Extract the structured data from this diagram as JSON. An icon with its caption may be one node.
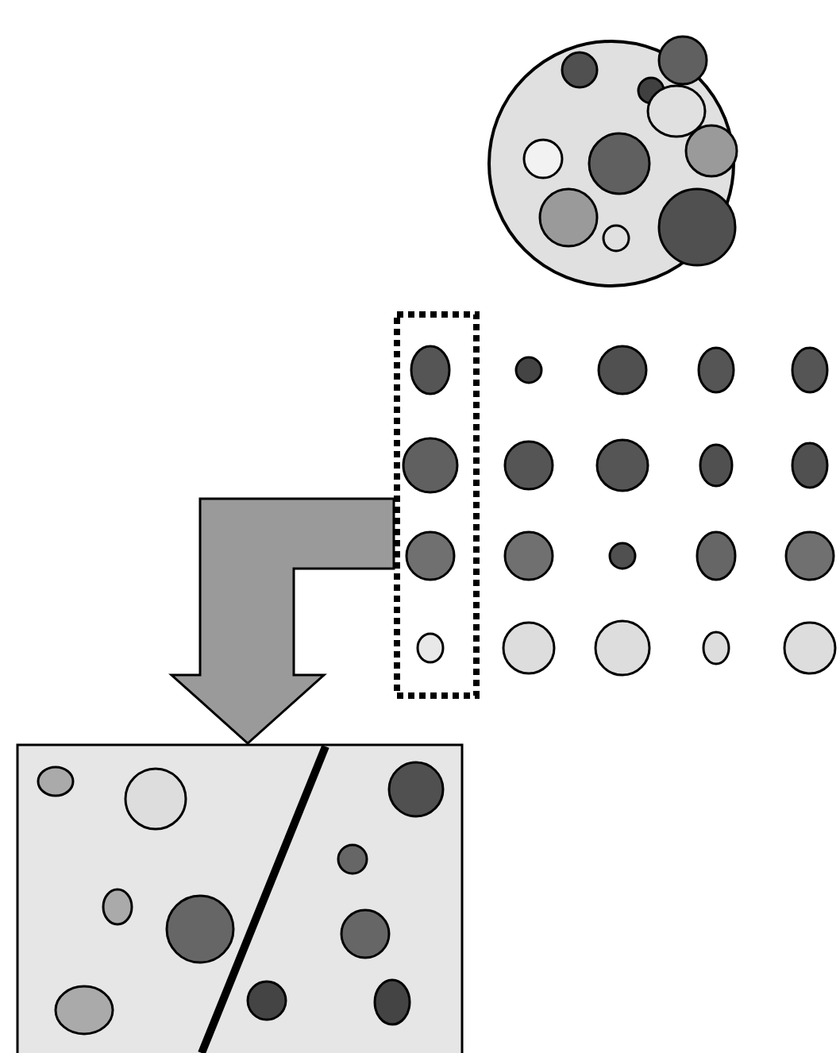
{
  "diagram": {
    "nodes": [
      {
        "text": [],
        "shape": "circle"
      },
      {
        "text": [],
        "shape": "box"
      },
      {
        "text": [],
        "shape": "box"
      }
    ],
    "edges": [
      {
        "from": 1,
        "to": 2,
        "arrow": "to",
        "style": "thick"
      }
    ]
  }
}
